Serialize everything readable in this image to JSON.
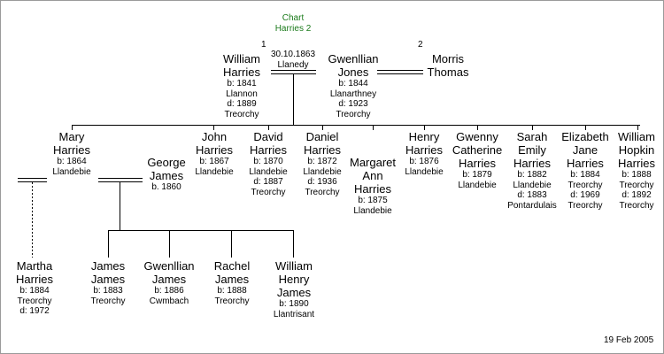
{
  "chart_title": [
    "Chart",
    "Harries 2"
  ],
  "spouse_numbers": [
    "1",
    "2"
  ],
  "marriage": {
    "date": "30.10.1863",
    "place": "Llanedy"
  },
  "parents": {
    "william": {
      "name": [
        "William",
        "Harries"
      ],
      "details": [
        "b: 1841",
        "Llannon",
        "d: 1889",
        "Treorchy"
      ]
    },
    "gwenllian": {
      "name": [
        "Gwenllian",
        "Jones"
      ],
      "details": [
        "b: 1844",
        "Llanarthney",
        "d: 1923",
        "Treorchy"
      ]
    },
    "morris": {
      "name": [
        "Morris",
        "Thomas"
      ],
      "details": []
    }
  },
  "children": [
    {
      "name": [
        "Mary",
        "Harries"
      ],
      "details": [
        "b: 1864",
        "Llandebie"
      ]
    },
    {
      "name": [
        "John",
        "Harries"
      ],
      "details": [
        "b: 1867",
        "Llandebie"
      ]
    },
    {
      "name": [
        "David",
        "Harries"
      ],
      "details": [
        "b: 1870",
        "Llandebie",
        "d: 1887",
        "Treorchy"
      ]
    },
    {
      "name": [
        "Daniel",
        "Harries"
      ],
      "details": [
        "b: 1872",
        "Llandebie",
        "d: 1936",
        "Treorchy"
      ]
    },
    {
      "name": [
        "Margaret",
        "Ann",
        "Harries"
      ],
      "details": [
        "b: 1875",
        "Llandebie"
      ]
    },
    {
      "name": [
        "Henry",
        "Harries"
      ],
      "details": [
        "b: 1876",
        "Llandebie"
      ]
    },
    {
      "name": [
        "Gwenny",
        "Catherine",
        "Harries"
      ],
      "details": [
        "b: 1879",
        "Llandebie"
      ]
    },
    {
      "name": [
        "Sarah",
        "Emily",
        "Harries"
      ],
      "details": [
        "b: 1882",
        "Llandebie",
        "d: 1883",
        "Pontardulais"
      ]
    },
    {
      "name": [
        "Elizabeth",
        "Jane",
        "Harries"
      ],
      "details": [
        "b: 1884",
        "Treorchy",
        "d: 1969",
        "Treorchy"
      ]
    },
    {
      "name": [
        "William",
        "Hopkin",
        "Harries"
      ],
      "details": [
        "b: 1888",
        "Treorchy",
        "d: 1892",
        "Treorchy"
      ]
    }
  ],
  "mary_spouse": {
    "name": [
      "George",
      "James"
    ],
    "details": [
      "b. 1860"
    ]
  },
  "martha": {
    "name": [
      "Martha",
      "Harries"
    ],
    "details": [
      "b: 1884",
      "Treorchy",
      "d: 1972"
    ]
  },
  "grandchildren": [
    {
      "name": [
        "James",
        "James"
      ],
      "details": [
        "b: 1883",
        "Treorchy"
      ]
    },
    {
      "name": [
        "Gwenllian",
        "James"
      ],
      "details": [
        "b: 1886",
        "Cwmbach"
      ]
    },
    {
      "name": [
        "Rachel",
        "James"
      ],
      "details": [
        "b: 1888",
        "Treorchy"
      ]
    },
    {
      "name": [
        "William",
        "Henry",
        "James"
      ],
      "details": [
        "b: 1890",
        "Llantrisant"
      ]
    }
  ],
  "footer_date": "19 Feb 2005"
}
